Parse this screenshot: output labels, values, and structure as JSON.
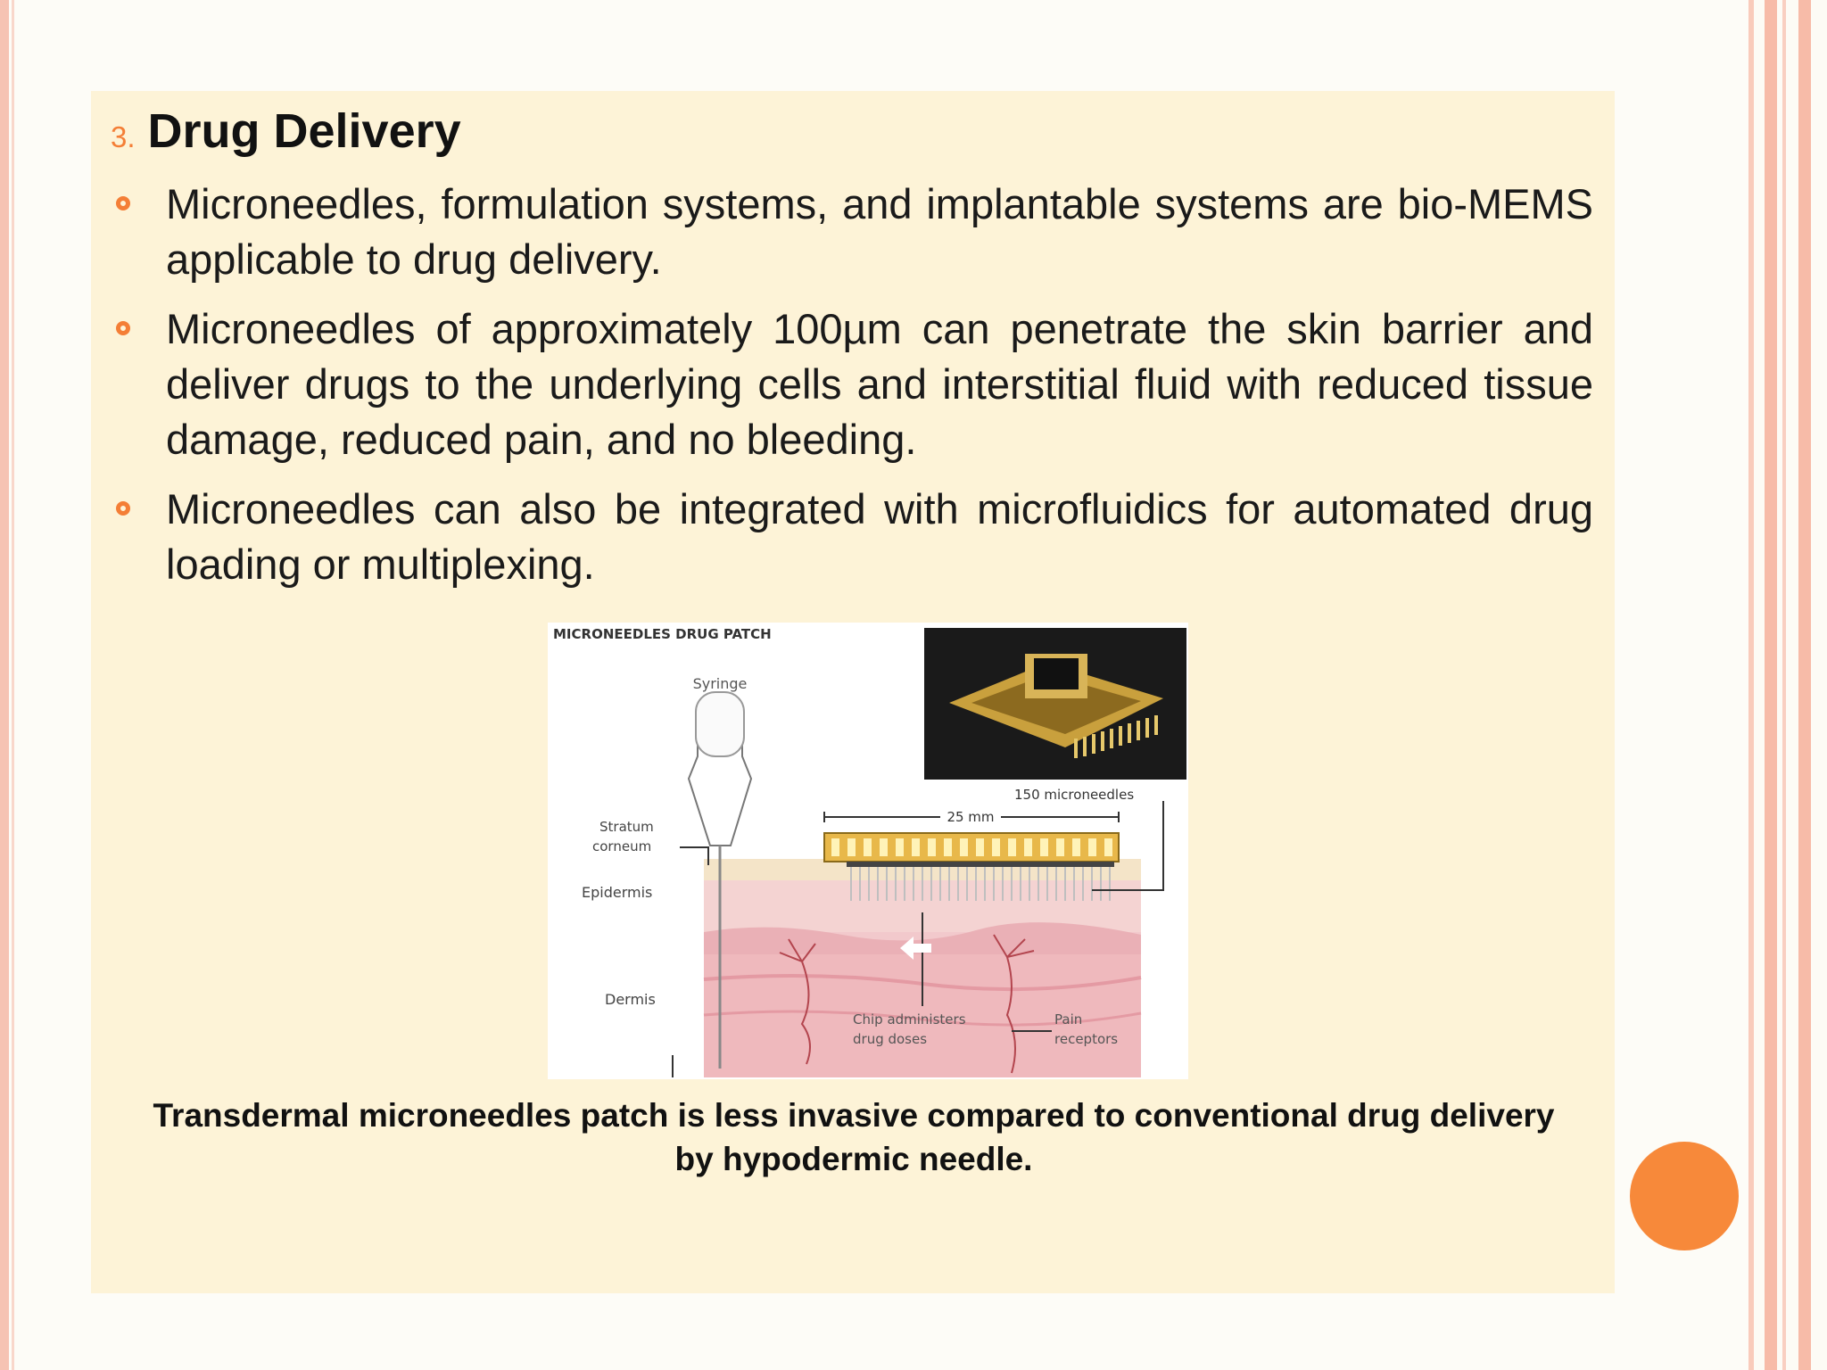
{
  "slide": {
    "heading_number": "3.",
    "heading": "Drug Delivery",
    "bullets": [
      "Microneedles, formulation systems, and implantable systems are bio-MEMS applicable to drug delivery.",
      "Microneedles of approximately 100µm can penetrate the skin barrier and deliver drugs to the underlying cells and interstitial fluid with reduced tissue damage, reduced pain, and no bleeding.",
      "Microneedles can also be integrated with microfluidics for automated drug loading or multiplexing."
    ],
    "caption": "Transdermal microneedles patch is less invasive compared to conventional drug delivery by hypodermic needle."
  },
  "figure": {
    "title": "MICRONEEDLES DRUG PATCH",
    "syringe_label": "Syringe",
    "count_label": "150 microneedles",
    "dimension_label": "25 mm",
    "stratum_label_1": "Stratum",
    "stratum_label_2": "corneum",
    "epidermis_label": "Epidermis",
    "dermis_label": "Dermis",
    "chip_label_1": "Chip administers",
    "chip_label_2": "drug doses",
    "pain_label_1": "Pain",
    "pain_label_2": "receptors"
  },
  "colors": {
    "accent": "#f47e36",
    "panel_background": "#fdf3d7",
    "decor_circle": "#f7893a"
  }
}
